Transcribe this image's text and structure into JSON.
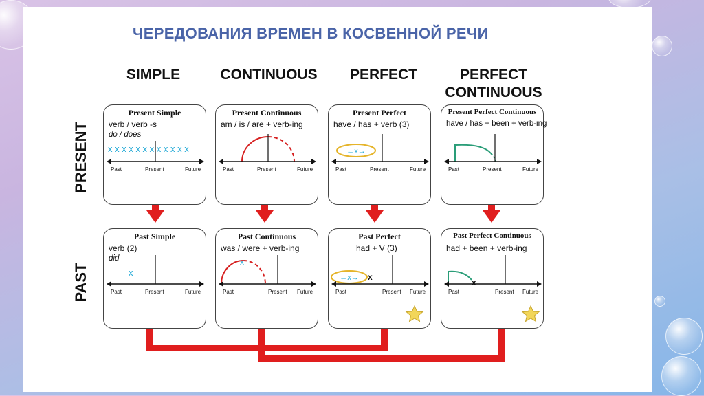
{
  "title": "ЧЕРЕДОВАНИЯ ВРЕМЕН В КОСВЕННОЙ РЕЧИ",
  "columns": {
    "simple": "SIMPLE",
    "continuous": "CONTINUOUS",
    "perfect": "PERFECT",
    "perfect_continuous_1": "PERFECT",
    "perfect_continuous_2": "CONTINUOUS"
  },
  "rows": {
    "present": "PRESENT",
    "past": "PAST"
  },
  "timeline_labels": {
    "past": "Past",
    "present": "Present",
    "future": "Future"
  },
  "cards": {
    "present_simple": {
      "title": "Present Simple",
      "formula": "verb / verb -s",
      "aux": "do / does",
      "marks": "x x x x x x x x x x x x"
    },
    "present_continuous": {
      "title": "Present Continuous",
      "formula": "am / is / are + verb-ing"
    },
    "present_perfect": {
      "title": "Present Perfect",
      "formula": "have / has + verb (3)",
      "mark": "←x→"
    },
    "present_perfect_continuous": {
      "title": "Present Perfect Continuous",
      "formula": "have / has + been + verb-ing"
    },
    "past_simple": {
      "title": "Past Simple",
      "formula": "verb (2)",
      "aux": "did",
      "mark": "x"
    },
    "past_continuous": {
      "title": "Past Continuous",
      "formula": "was / were + verb-ing",
      "mark": "x"
    },
    "past_perfect": {
      "title": "Past Perfect",
      "formula": "had + V (3)",
      "mark": "←x→",
      "mark2": "x"
    },
    "past_perfect_continuous": {
      "title": "Past Perfect Continuous",
      "formula": "had + been + verb-ing",
      "mark": "x"
    }
  },
  "colors": {
    "arrow": "#e01e1e",
    "title": "#4a64a8",
    "mark_blue": "#22a9d6",
    "arc_red": "#d62020",
    "arc_green": "#2a9d78",
    "star": "#f2d65a"
  }
}
